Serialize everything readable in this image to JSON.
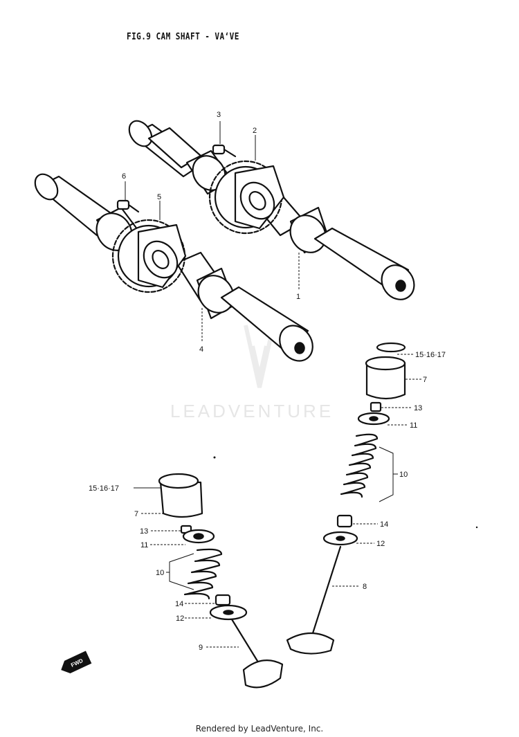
{
  "figure": {
    "title": "FIG.9  CAM SHAFT - VAʻVE",
    "footer": "Rendered by LeadVenture, Inc.",
    "watermark": "LEADVENTURE",
    "forward_mark": "FWD"
  },
  "callouts": {
    "p1": "1",
    "p2": "2",
    "p3": "3",
    "p4": "4",
    "p5": "5",
    "p6": "6",
    "p7_right": "7",
    "p7_left": "7",
    "p8": "8",
    "p9": "9",
    "p10_right": "10",
    "p10_left": "10",
    "p11_right": "11",
    "p11_left": "11",
    "p12_right": "12",
    "p12_left": "12",
    "p13_right": "13",
    "p13_left": "13",
    "p14_right": "14",
    "p14_left": "14",
    "p151617_right": "15·16·17",
    "p151617_left": "15·16·17"
  }
}
